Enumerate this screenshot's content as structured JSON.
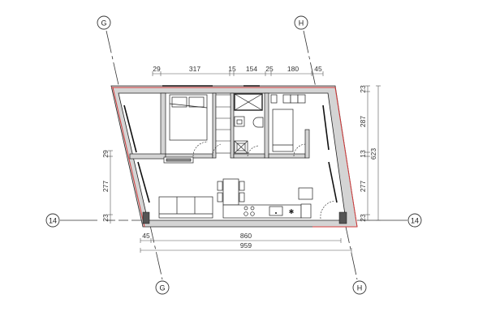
{
  "grid_markers": {
    "G_top": "G",
    "H_top": "H",
    "G_bottom": "G",
    "H_bottom": "H",
    "row_14_left": "14",
    "row_14_right": "14"
  },
  "dimensions": {
    "top": [
      "29",
      "317",
      "15",
      "154",
      "25",
      "180",
      "45"
    ],
    "bottom_inner": [
      "45",
      "860"
    ],
    "bottom_total": "959",
    "right_inner": [
      "23",
      "287",
      "13",
      "277",
      "23"
    ],
    "right_total": "623",
    "left": [
      "23",
      "277",
      "23"
    ],
    "left_upper": "29"
  },
  "colors": {
    "wall_fill": "#d4d4d4",
    "outline_red": "#d43c3c",
    "line": "#222222",
    "dim_line": "#555555"
  }
}
